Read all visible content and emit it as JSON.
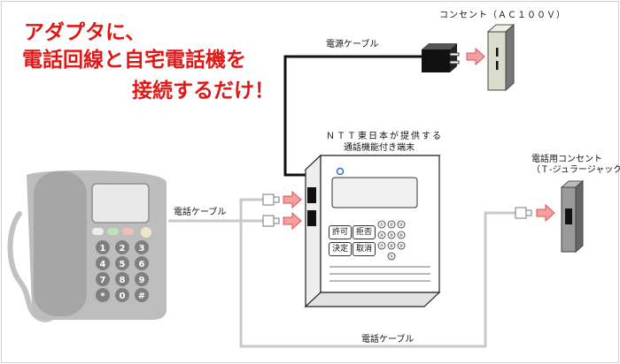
{
  "headline": {
    "line1": "アダプタに、",
    "line2": "電話回線と自宅電話機を",
    "line3": "接続するだけ！"
  },
  "labels": {
    "outlet": "コンセント（ＡＣ１００Ｖ）",
    "power_cable": "電源ケーブル",
    "terminal_line1": "ＮＴＴ東日本が提供する",
    "terminal_line2": "通話機能付き端末",
    "modular_jack_line1": "電話用コンセント",
    "modular_jack_line2": "（Ｔ-ジュラージャック）",
    "phone_cable_left": "電話ケーブル",
    "phone_cable_bottom": "電話ケーブル"
  },
  "terminal_buttons": {
    "allow": "許可",
    "deny": "拒否",
    "confirm": "決定",
    "clear": "取消"
  },
  "terminal_keypad": [
    "①",
    "②",
    "③",
    "④",
    "⑤",
    "⑥",
    "⑦",
    "⑧",
    "⑨",
    "⓪"
  ],
  "phone_keypad": [
    "1",
    "2",
    "3",
    "4",
    "5",
    "6",
    "7",
    "8",
    "9",
    "*",
    "0",
    "#"
  ],
  "colors": {
    "headline": "#e01818",
    "arrow_fill": "#f4a0a0",
    "arrow_stroke": "#e05050",
    "phone_body": "#b9b9b9",
    "phone_cable": "#c2c2c2",
    "power_cable": "#111111",
    "phone_line": "#c9c9c9"
  },
  "icons": [
    "power-icon",
    "arrow-right-icon",
    "plug-icon",
    "phone-icon"
  ]
}
